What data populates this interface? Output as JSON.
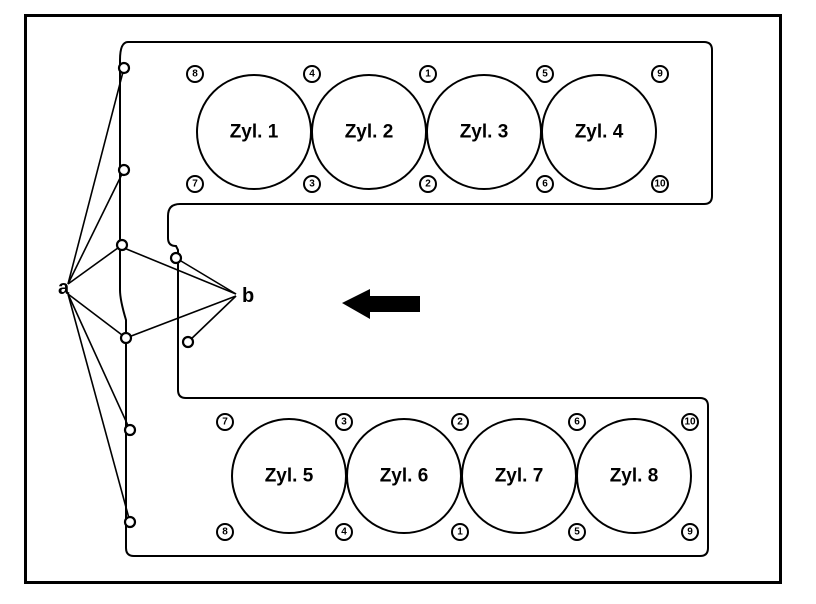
{
  "diagram": {
    "cylinders_top": [
      "Zyl. 1",
      "Zyl. 2",
      "Zyl. 3",
      "Zyl. 4"
    ],
    "cylinders_bottom": [
      "Zyl. 5",
      "Zyl. 6",
      "Zyl. 7",
      "Zyl. 8"
    ],
    "bolts_top_row_upper": [
      "8",
      "4",
      "1",
      "5",
      "9"
    ],
    "bolts_top_row_lower": [
      "7",
      "3",
      "2",
      "6",
      "10"
    ],
    "bolts_bottom_row_upper": [
      "7",
      "3",
      "2",
      "6",
      "10"
    ],
    "bolts_bottom_row_lower": [
      "8",
      "4",
      "1",
      "5",
      "9"
    ],
    "callout_a": "a",
    "callout_b": "b",
    "arrow_direction": "left"
  }
}
